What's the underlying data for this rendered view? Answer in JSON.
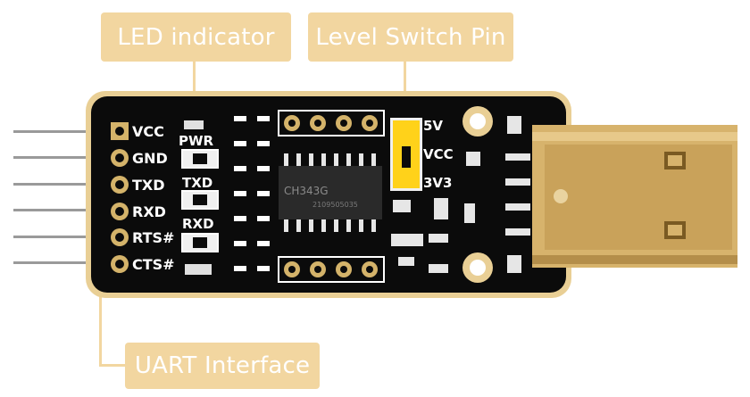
{
  "callouts": {
    "led": "LED indicator",
    "level": "Level Switch Pin",
    "uart": "UART Interface"
  },
  "pins": [
    "VCC",
    "GND",
    "TXD",
    "RXD",
    "RTS#",
    "CTS#"
  ],
  "leds": [
    "PWR",
    "TXD",
    "RXD"
  ],
  "levels": [
    "5V",
    "VCC",
    "3V3"
  ],
  "chip": {
    "name": "CH343G",
    "code": "2109505035"
  },
  "colors": {
    "board": "#0b0b0b",
    "edge": "#e9cf95",
    "callout": "#f2d6a0",
    "usb": "#c9a25a",
    "jumper": "#ffd21a"
  }
}
